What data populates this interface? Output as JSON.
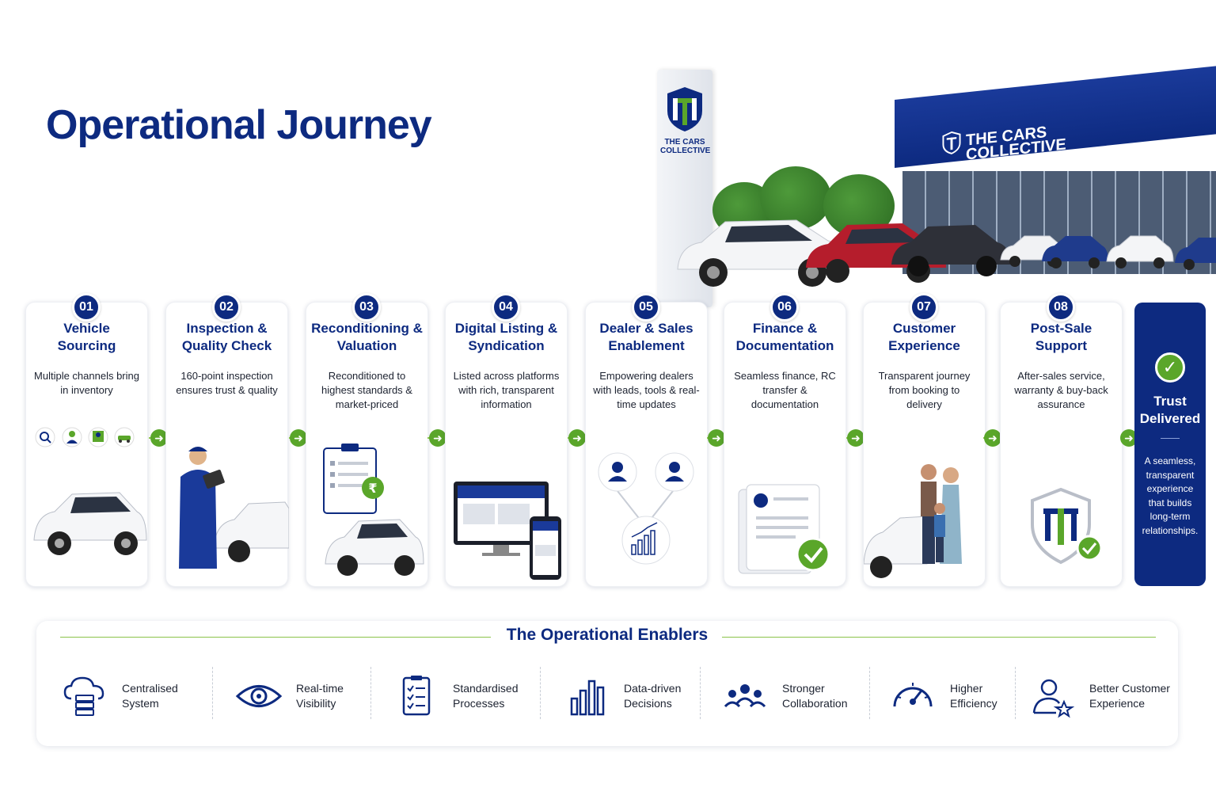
{
  "page": {
    "title": "Operational Journey"
  },
  "brand": {
    "name_line1": "THE CARS",
    "name_line2": "COLLECTIVE",
    "primary": "#0d2a80",
    "accent": "#5aa62a"
  },
  "steps": [
    {
      "number": "01",
      "title_line1": "Vehicle",
      "title_line2": "Sourcing",
      "desc": "Multiple channels bring in inventory",
      "art": "search-person-car-icons-and-white-suv"
    },
    {
      "number": "02",
      "title_line1": "Inspection &",
      "title_line2": "Quality Check",
      "desc": "160-point inspection ensures trust & quality",
      "art": "inspector-with-clipboard-and-suv"
    },
    {
      "number": "03",
      "title_line1": "Reconditioning &",
      "title_line2": "Valuation",
      "desc": "Reconditioned to highest standards & market-priced",
      "art": "checklist-rupee-icon-and-suv"
    },
    {
      "number": "04",
      "title_line1": "Digital Listing &",
      "title_line2": "Syndication",
      "desc": "Listed across platforms with rich, transparent information",
      "art": "monitor-and-phone-listing"
    },
    {
      "number": "05",
      "title_line1": "Dealer & Sales",
      "title_line2": "Enablement",
      "desc": "Empowering dealers with leads, tools & real-time updates",
      "art": "users-and-growth-chart-icons"
    },
    {
      "number": "06",
      "title_line1": "Finance &",
      "title_line2": "Documentation",
      "desc": "Seamless finance, RC transfer & documentation",
      "art": "document-with-check-icon"
    },
    {
      "number": "07",
      "title_line1": "Customer",
      "title_line2": "Experience",
      "desc": "Transparent journey from booking to delivery",
      "art": "family-with-suv"
    },
    {
      "number": "08",
      "title_line1": "Post-Sale",
      "title_line2": "Support",
      "desc": "After-sales service, warranty & buy-back assurance",
      "art": "shield-logo-with-check"
    }
  ],
  "trust": {
    "title_line1": "Trust",
    "title_line2": "Delivered",
    "desc": "A seamless, transparent experience that builds long-term relationships."
  },
  "enablers": {
    "title": "The Operational Enablers",
    "items": [
      {
        "label": "Centralised\nSystem",
        "icon": "cloud-server-icon"
      },
      {
        "label": "Real-time\nVisibility",
        "icon": "eye-icon"
      },
      {
        "label": "Standardised\nProcesses",
        "icon": "checklist-icon"
      },
      {
        "label": "Data-driven\nDecisions",
        "icon": "bar-chart-icon"
      },
      {
        "label": "Stronger\nCollaboration",
        "icon": "team-icon"
      },
      {
        "label": "Higher\nEfficiency",
        "icon": "speedometer-icon"
      },
      {
        "label": "Better Customer\nExperience",
        "icon": "user-star-icon"
      }
    ]
  }
}
